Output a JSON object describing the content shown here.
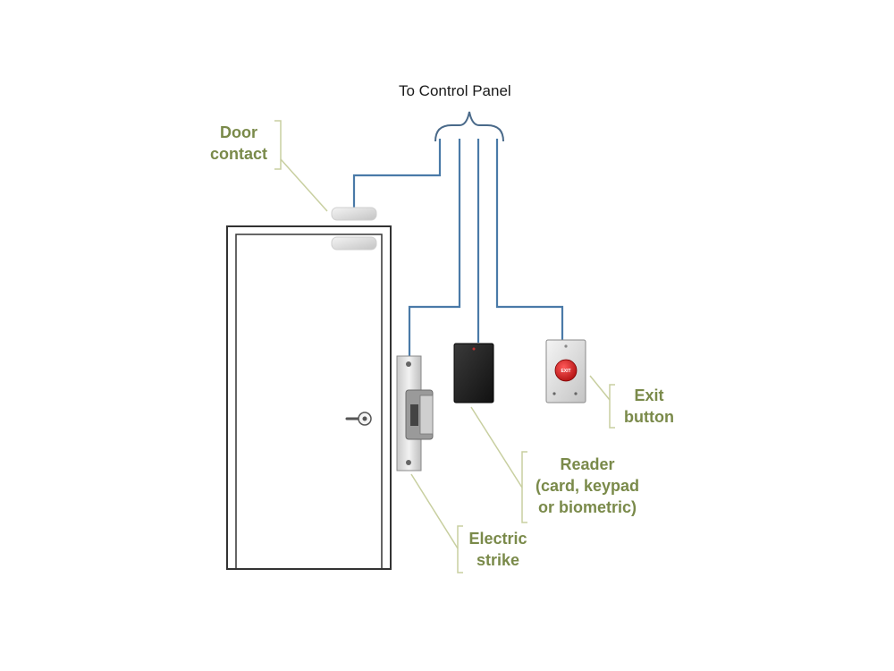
{
  "title": "To Control Panel",
  "labels": {
    "door_contact": [
      "Door",
      "contact"
    ],
    "exit_button": [
      "Exit",
      "button"
    ],
    "reader": [
      "Reader",
      "(card, keypad",
      "or biometric)"
    ],
    "electric_strike": [
      "Electric",
      "strike"
    ]
  },
  "exit_button_text": "EXIT",
  "colors": {
    "wire": "#4a7aa8",
    "label": "#7a8a4a",
    "leader": "#c8cfa0",
    "exit_red": "#d42020"
  }
}
